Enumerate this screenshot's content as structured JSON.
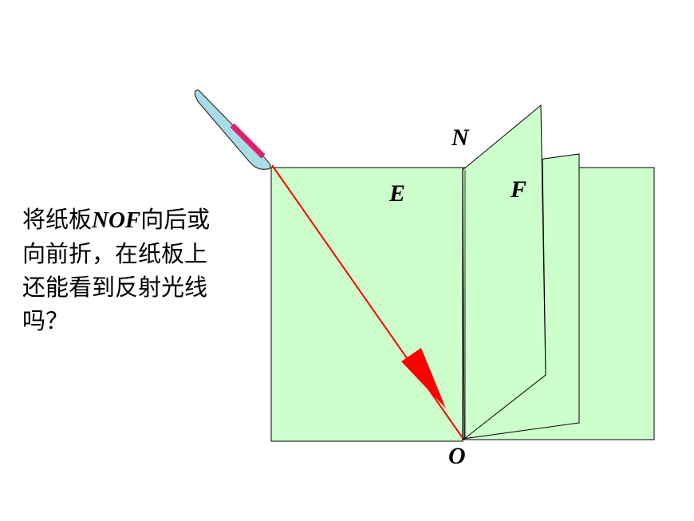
{
  "labels": {
    "normal": "N",
    "incident_board": "E",
    "reflect_board": "F",
    "point": "O"
  },
  "question": {
    "line1_pre": "将纸板",
    "line1_em": "NOF",
    "line1_post": "向后或",
    "line2": "向前折，在纸板上",
    "line3": "还能看到反射光线",
    "line4": "吗？"
  },
  "colors": {
    "board_fill": "#ccffcc",
    "board_stroke": "#000000",
    "ray": "#ff0000",
    "pen_body": "#a8dde6",
    "pen_tip": "#e0206a"
  }
}
